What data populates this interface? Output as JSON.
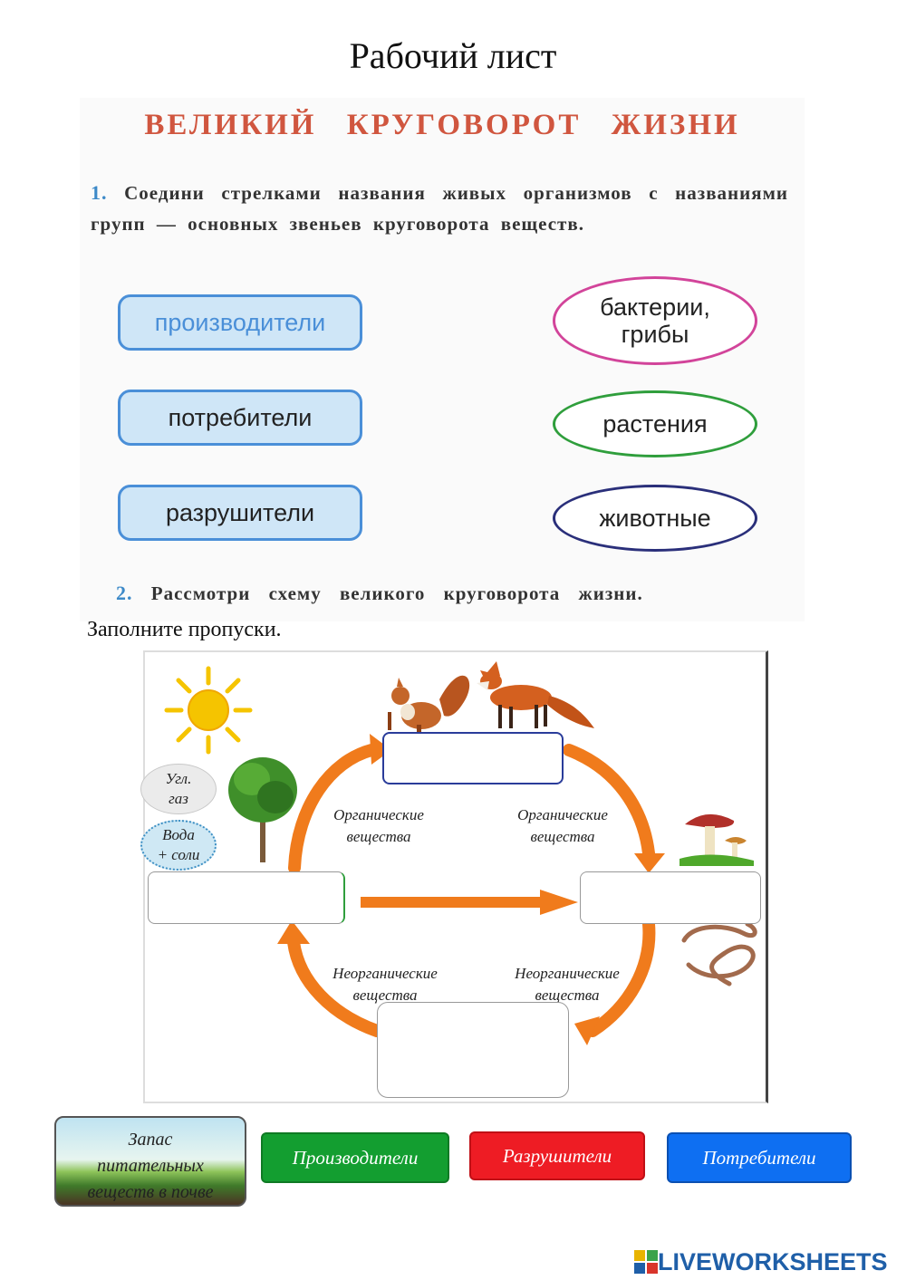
{
  "page": {
    "title": "Рабочий лист"
  },
  "worksheet": {
    "heading": "ВЕЛИКИЙ КРУГОВОРОТ ЖИЗНИ",
    "task1": {
      "number": "1.",
      "text": "Соедини стрелками названия живых организмов с названиями групп — основных звеньев круговорота веществ."
    },
    "groups": [
      "производители",
      "потребители",
      "разрушители"
    ],
    "organisms": {
      "bacteria_line1": "бактерии,",
      "bacteria_line2": "грибы",
      "plants": "растения",
      "animals": "животные"
    },
    "task2": {
      "number": "2.",
      "text": "Рассмотри схему великого круговорота жизни."
    },
    "instruction": "Заполните пропуски."
  },
  "diagram": {
    "labels": {
      "organic_left_1": "Органические",
      "organic_left_2": "вещества",
      "organic_right_1": "Органические",
      "organic_right_2": "вещества",
      "inorganic_left_1": "Неорганические",
      "inorganic_left_2": "вещества",
      "inorganic_right_1": "Неорганические",
      "inorganic_right_2": "вещества"
    },
    "bubbles": {
      "co2_line1": "Угл.",
      "co2_line2": "газ",
      "water_line1": "Вода",
      "water_line2": "+ соли"
    },
    "colors": {
      "arrow": "#f07b1c",
      "sun": "#f5c400"
    }
  },
  "answer_tiles": {
    "soil_line1": "Запас",
    "soil_line2": "питательных",
    "soil_line3": "веществ в почве",
    "producers": "Производители",
    "decomposers": "Разрушители",
    "consumers": "Потребители",
    "colors": {
      "producers": "#139e30",
      "decomposers": "#ee1c24",
      "consumers": "#0e6ff2"
    }
  },
  "brand": {
    "text": "LIVEWORKSHEETS"
  }
}
